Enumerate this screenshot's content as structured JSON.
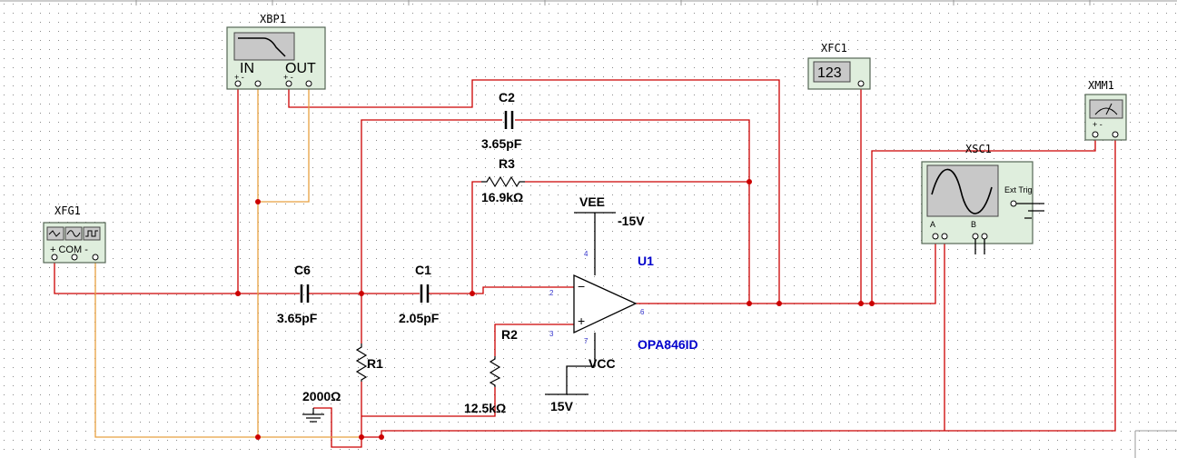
{
  "instruments": {
    "bode_plotter": {
      "name": "XBP1",
      "in_label": "IN",
      "out_label": "OUT",
      "in_pins": "+ -",
      "out_pins": "+ -"
    },
    "counter": {
      "name": "XFC1",
      "display": "123"
    },
    "multimeter": {
      "name": "XMM1",
      "pins": "+ -"
    },
    "oscilloscope": {
      "name": "XSC1",
      "trigger_label": "Ext Trig",
      "channel_a": "A",
      "channel_b": "B"
    },
    "function_generator": {
      "name": "XFG1",
      "pins": "+ COM -"
    }
  },
  "components": {
    "c2": {
      "ref": "C2",
      "value": "3.65pF"
    },
    "r3": {
      "ref": "R3",
      "value": "16.9kΩ"
    },
    "c6": {
      "ref": "C6",
      "value": "3.65pF"
    },
    "c1": {
      "ref": "C1",
      "value": "2.05pF"
    },
    "r1": {
      "ref": "R1",
      "value": "2000Ω"
    },
    "r2": {
      "ref": "R2",
      "value": "12.5kΩ"
    },
    "opamp": {
      "ref": "U1",
      "part": "OPA846ID",
      "pin_inv": "2",
      "pin_noninv": "3",
      "pin_out": "6",
      "pin_vee": "4",
      "pin_vcc": "7"
    }
  },
  "supplies": {
    "vee": {
      "label": "VEE",
      "value": "-15V"
    },
    "vcc": {
      "label": "VCC",
      "value": "15V"
    }
  },
  "colors": {
    "wire": "#cc0000",
    "wire_generator": "#e8a040",
    "component_label": "#000000",
    "opamp_label": "#0000cc"
  }
}
